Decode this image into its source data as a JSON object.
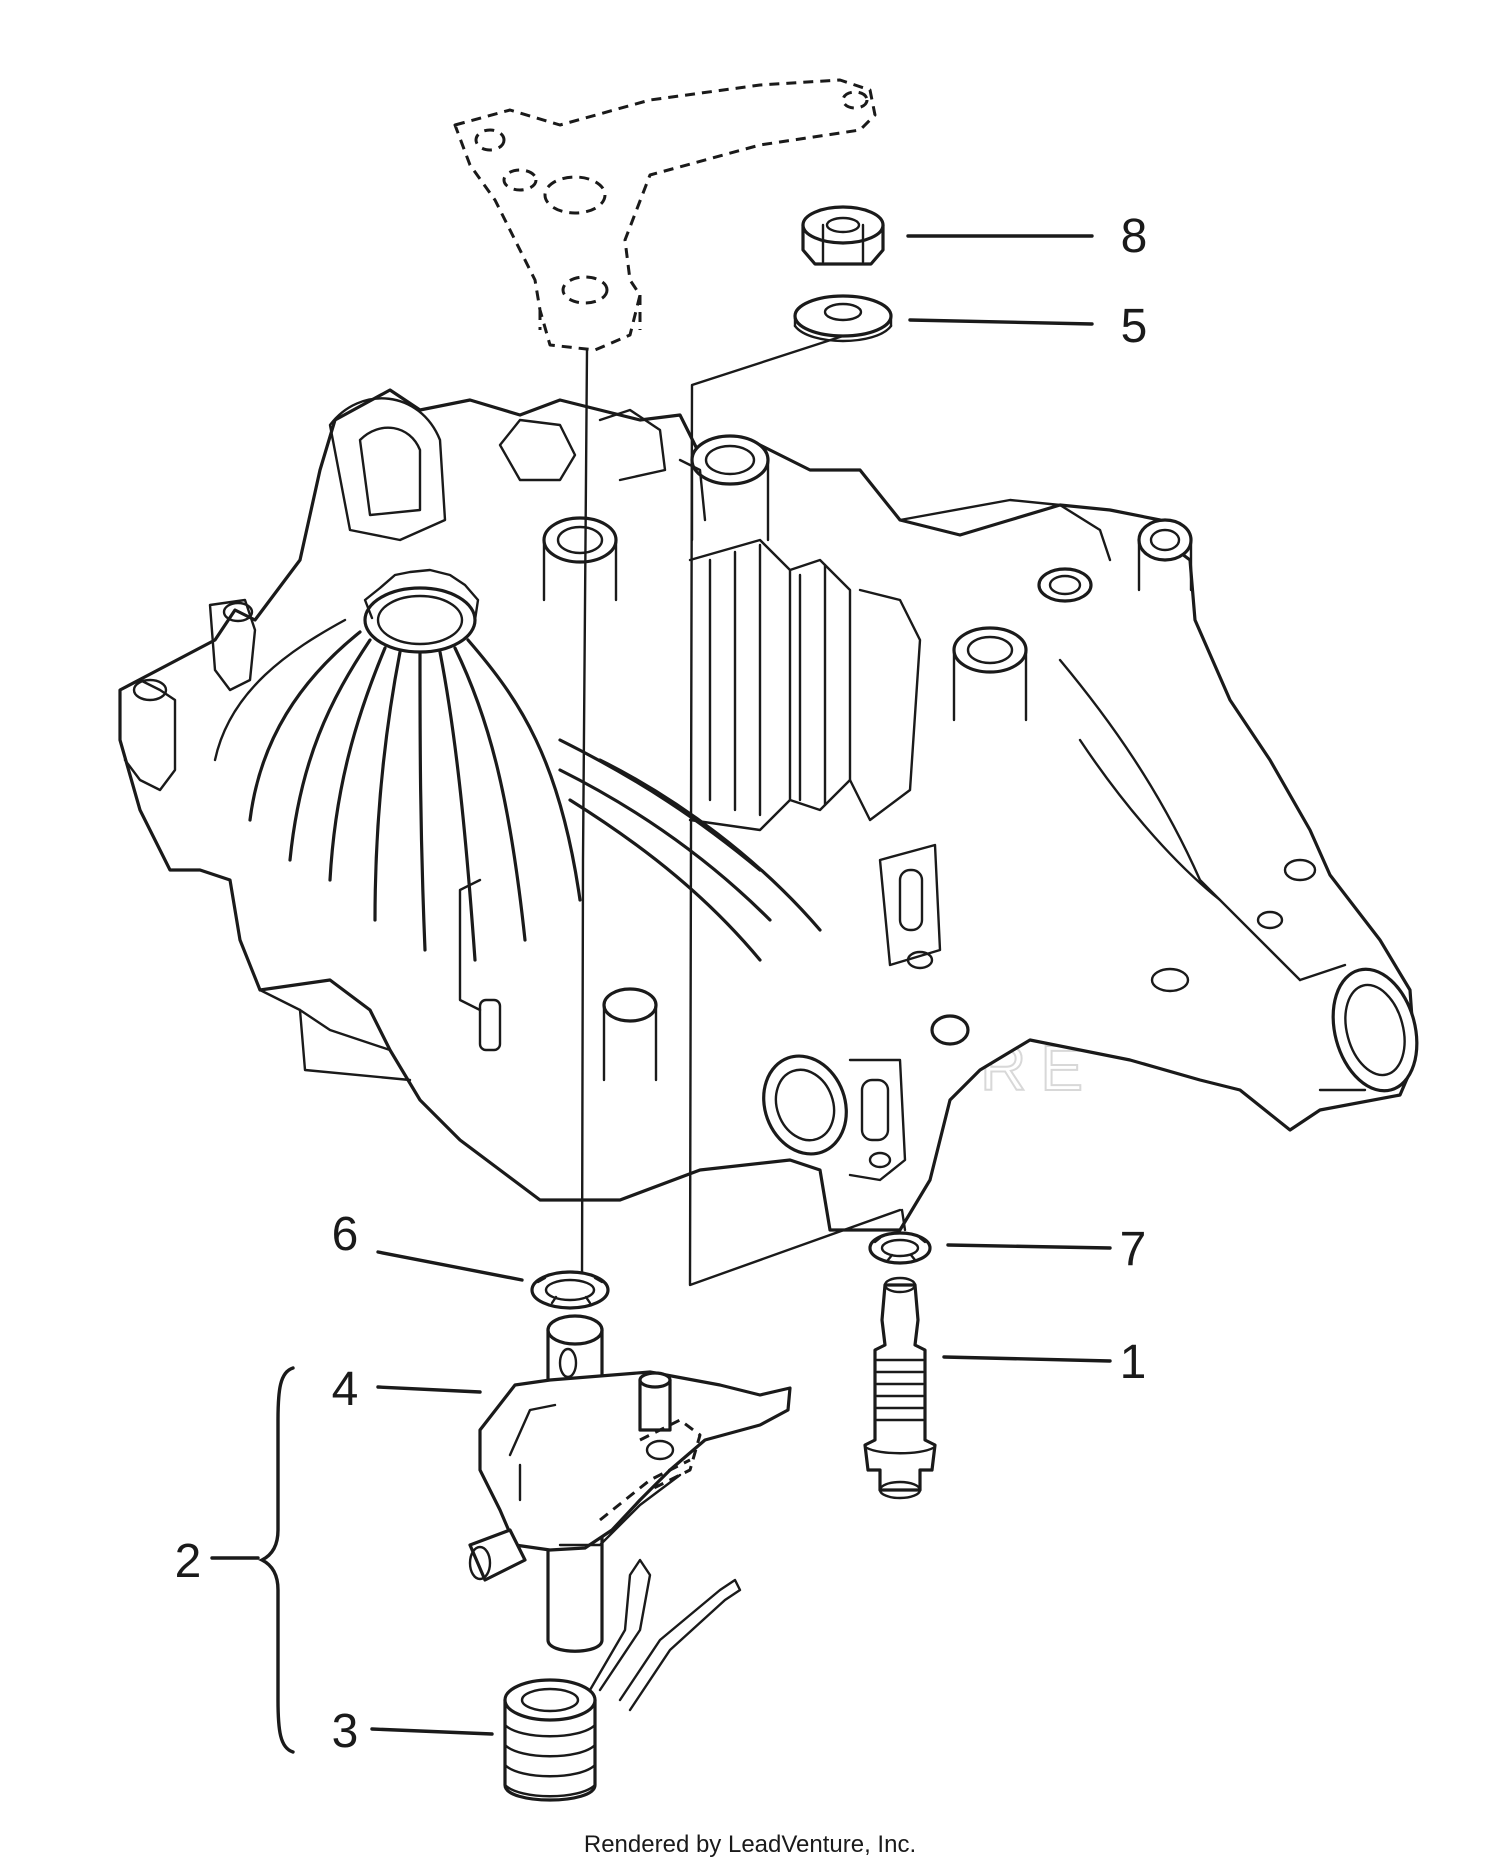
{
  "callouts": [
    {
      "id": "1",
      "label": "1"
    },
    {
      "id": "2",
      "label": "2"
    },
    {
      "id": "3",
      "label": "3"
    },
    {
      "id": "4",
      "label": "4"
    },
    {
      "id": "5",
      "label": "5"
    },
    {
      "id": "6",
      "label": "6"
    },
    {
      "id": "7",
      "label": "7"
    },
    {
      "id": "8",
      "label": "8"
    }
  ],
  "watermark": "LEADVENTURE",
  "footer": {
    "credit": "Rendered by LeadVenture, Inc."
  }
}
